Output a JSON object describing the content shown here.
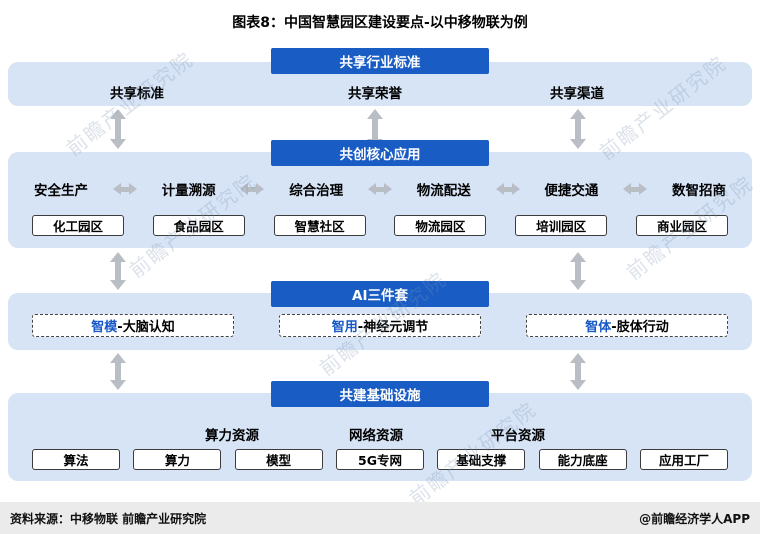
{
  "title": "图表8：中国智慧园区建设要点-以中移物联为例",
  "watermark": "前瞻产业研究院",
  "colors": {
    "header_bg": "#185cc4",
    "band_bg": "#d6e4f6",
    "arrow": "#b9bdc4",
    "highlight_text": "#1859c6",
    "footer_bg": "#ebebeb"
  },
  "band1": {
    "header": "共享行业标准",
    "labels": [
      "共享标准",
      "共享荣誉",
      "共享渠道"
    ]
  },
  "band2": {
    "header": "共创核心应用",
    "apps": [
      "安全生产",
      "计量溯源",
      "综合治理",
      "物流配送",
      "便捷交通",
      "数智招商"
    ],
    "parks": [
      "化工园区",
      "食品园区",
      "智慧社区",
      "物流园区",
      "培训园区",
      "商业园区"
    ]
  },
  "band3": {
    "header": "AI三件套",
    "items": [
      {
        "highlight": "智模",
        "rest": "-大脑认知"
      },
      {
        "highlight": "智用",
        "rest": "-神经元调节"
      },
      {
        "highlight": "智体",
        "rest": "-肢体行动"
      }
    ]
  },
  "band4": {
    "header": "共建基础设施",
    "groups": [
      "算力资源",
      "网络资源",
      "平台资源"
    ],
    "boxes": [
      "算法",
      "算力",
      "模型",
      "5G专网",
      "基础支撑",
      "能力底座",
      "应用工厂"
    ]
  },
  "footer": {
    "source": "资料来源：中移物联 前瞻产业研究院",
    "credit": "@前瞻经济学人APP"
  }
}
